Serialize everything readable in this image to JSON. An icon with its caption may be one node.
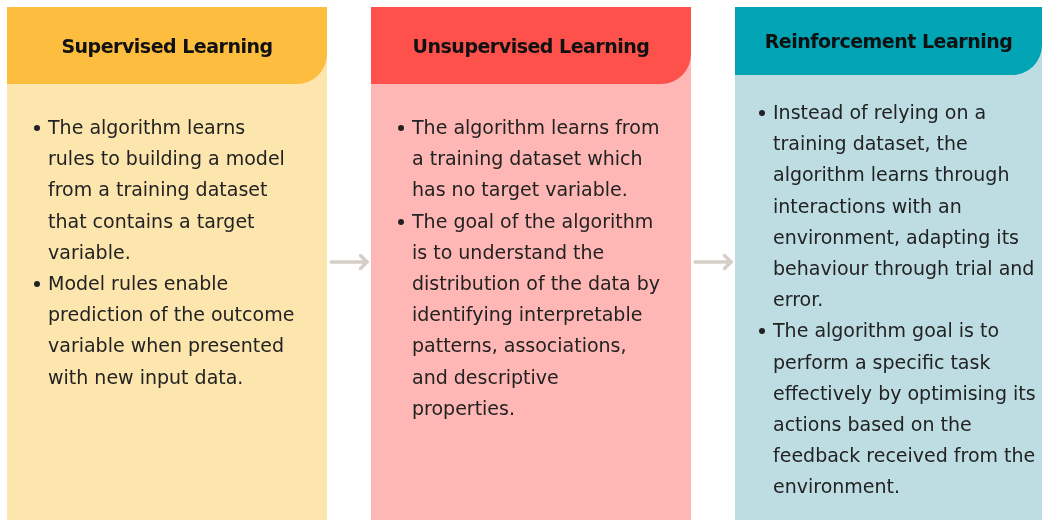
{
  "diagram": {
    "nodes": [
      {
        "text": [
          "Supervised Learning",
          "The algorithm learns rules to building a model from a training dataset that contains a target variable.",
          "Model rules enable prediction of the outcome variable when presented with new input data."
        ]
      },
      {
        "text": [
          "Unsupervised Learning",
          "The algorithm learns from a training dataset which has no target variable.",
          "The goal of the algorithm is to understand the distribution of the data by identifying interpretable patterns, associations, and descriptive properties."
        ]
      },
      {
        "text": [
          "Reinforcement Learning",
          "Instead of relying on a training dataset, the algorithm learns through interactions with an environment, adapting its behaviour through trial and error.",
          "The algorithm goal is to perform a specific task effectively by optimising its actions based on the feedback received from the environment."
        ]
      }
    ],
    "edges": [
      {
        "from": 0,
        "to": 1,
        "arrow": "to"
      },
      {
        "from": 1,
        "to": 2,
        "arrow": "to"
      }
    ]
  }
}
